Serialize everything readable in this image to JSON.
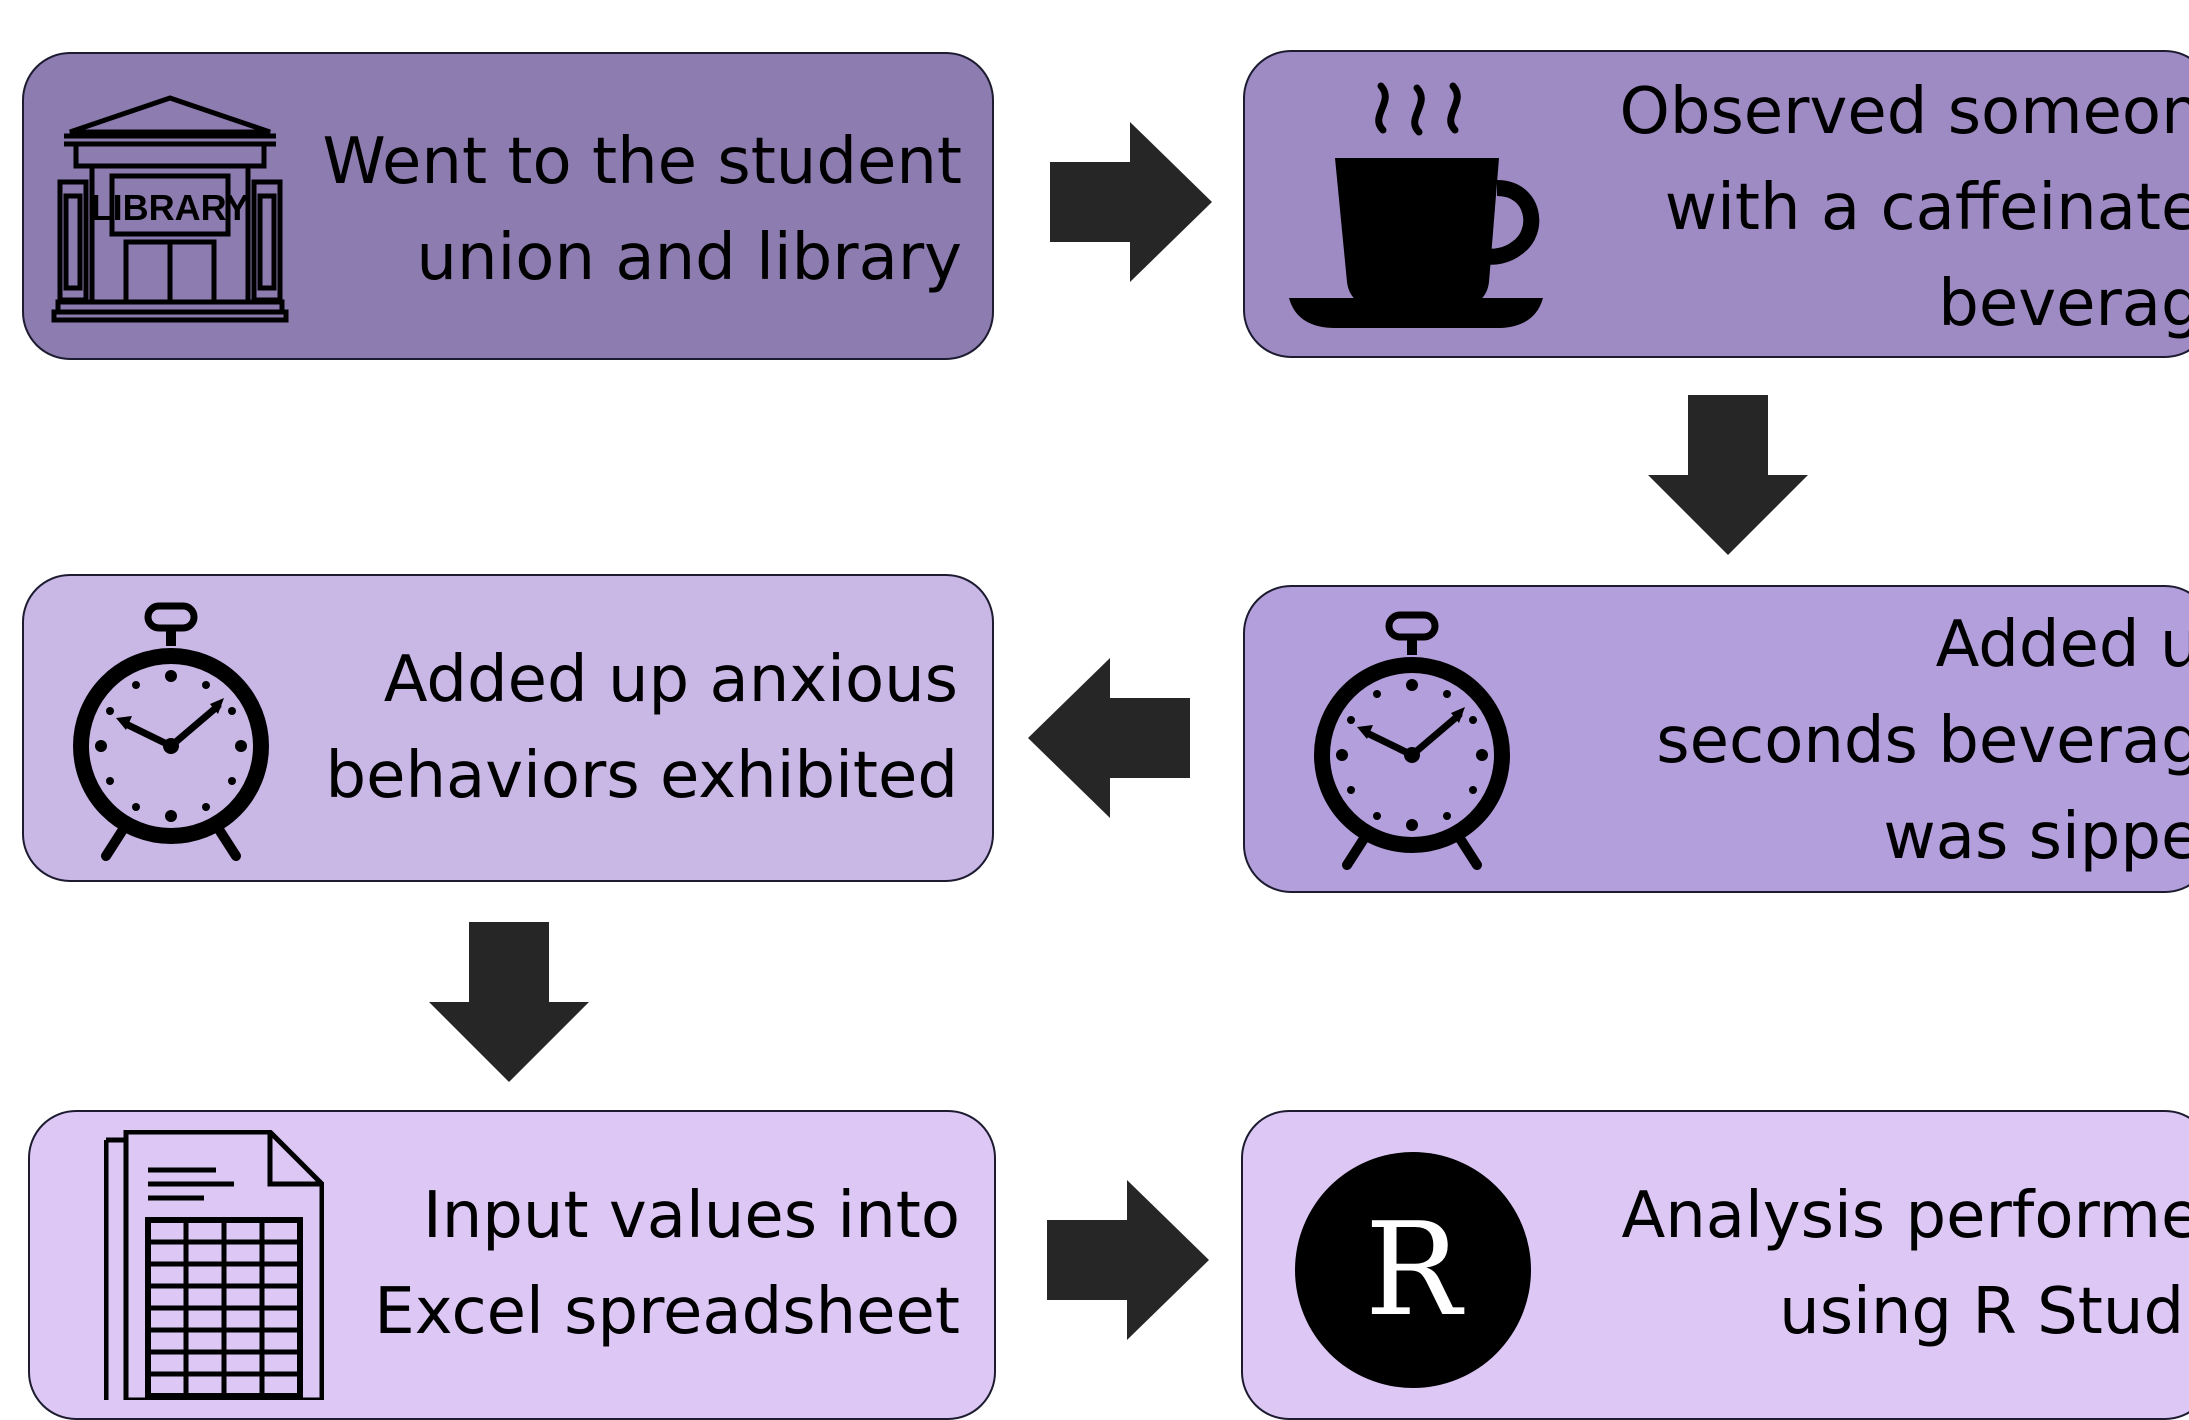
{
  "steps": [
    {
      "text": "Went to the student\nunion and library",
      "icon": "library-icon",
      "color": "#8c7caf",
      "icon_label": "LIBRARY"
    },
    {
      "text": "Observed someone\nwith a caffeinated\nbeverage",
      "icon": "coffee-cup-icon",
      "color": "#9e8bc3"
    },
    {
      "text": "Added up\nseconds beverage\nwas sipped",
      "icon": "alarm-clock-icon",
      "color": "#b39fdb"
    },
    {
      "text": "Added up anxious\nbehaviors exhibited",
      "icon": "alarm-clock-icon",
      "color": "#c9b7e6"
    },
    {
      "text": "Input values into\nExcel spreadsheet",
      "icon": "spreadsheet-icon",
      "color": "#ddc8f5"
    },
    {
      "text": "Analysis performed\nusing R Studio",
      "icon": "r-logo-icon",
      "color": "#ddc8f5",
      "icon_label": "R"
    }
  ],
  "arrow_color": "#262626"
}
